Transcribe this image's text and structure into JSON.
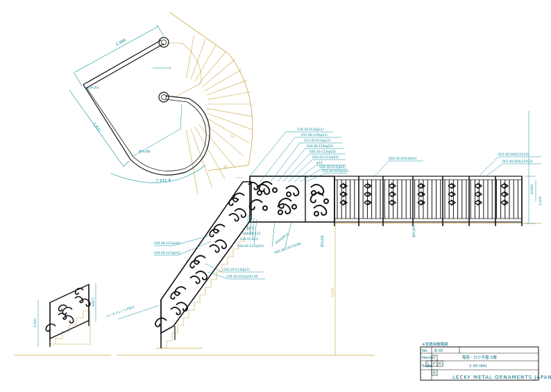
{
  "drawing": {
    "note": "※見積用概略図",
    "title_block": {
      "no_label": "No.",
      "no_value": "B-05",
      "name_label": "Name",
      "name_value": "階段・ロク手摺 D案",
      "scale_label": "Scale",
      "scale_value": "1:30 (A4)",
      "company": "LECKY METAL ORNAMENTS JAPAN",
      "view_marks": [
        "T",
        "L",
        "F",
        "R",
        "B"
      ]
    },
    "plan_labels": {
      "length_top": "2,966",
      "length_side": "2,631",
      "radius": "φ 216 1",
      "fold_a": "折れ点A",
      "fold_b": "折れ点B",
      "step_1": "1",
      "step_5": "5",
      "step_12": "12",
      "step_15": "15"
    },
    "elevation_labels": {
      "callouts_top": [
        "136.30.013(φ12)",
        "015.06.119(φ12)",
        "213.30.013(φ12)",
        "016.06.119(φ10)",
        "016.20.113(φ10)",
        "016.20.113(φ10)",
        "φ12",
        "528.30.013(φ12)",
        "213.20.013(φ12)"
      ],
      "callout_rail": "000.30.203(4045)",
      "callouts_right": [
        "021.40.008(12X12)",
        "001.40.004(12X12)"
      ],
      "callouts_left": [
        "016.06.112(φ10)",
        "016.06.113(φ10)"
      ],
      "callouts_mid": [
        "022.20.113(φ12)",
        "136.30.012(φ10)-40"
      ],
      "callouts_bottom": [
        "φ13",
        "016.06.112",
        "016.05.113",
        "016.06.112(φ10)",
        "40X40X12",
        "000.30.247(15X8)"
      ],
      "fold_b_v": "折れ点B",
      "fold_a_v": "折れ点A",
      "h_right": "1,000",
      "h_left": "1,000",
      "h_small": "928.5",
      "h_main": "1,032",
      "w_small": "40X40",
      "label_diag": "ベースプレートFB12"
    }
  }
}
